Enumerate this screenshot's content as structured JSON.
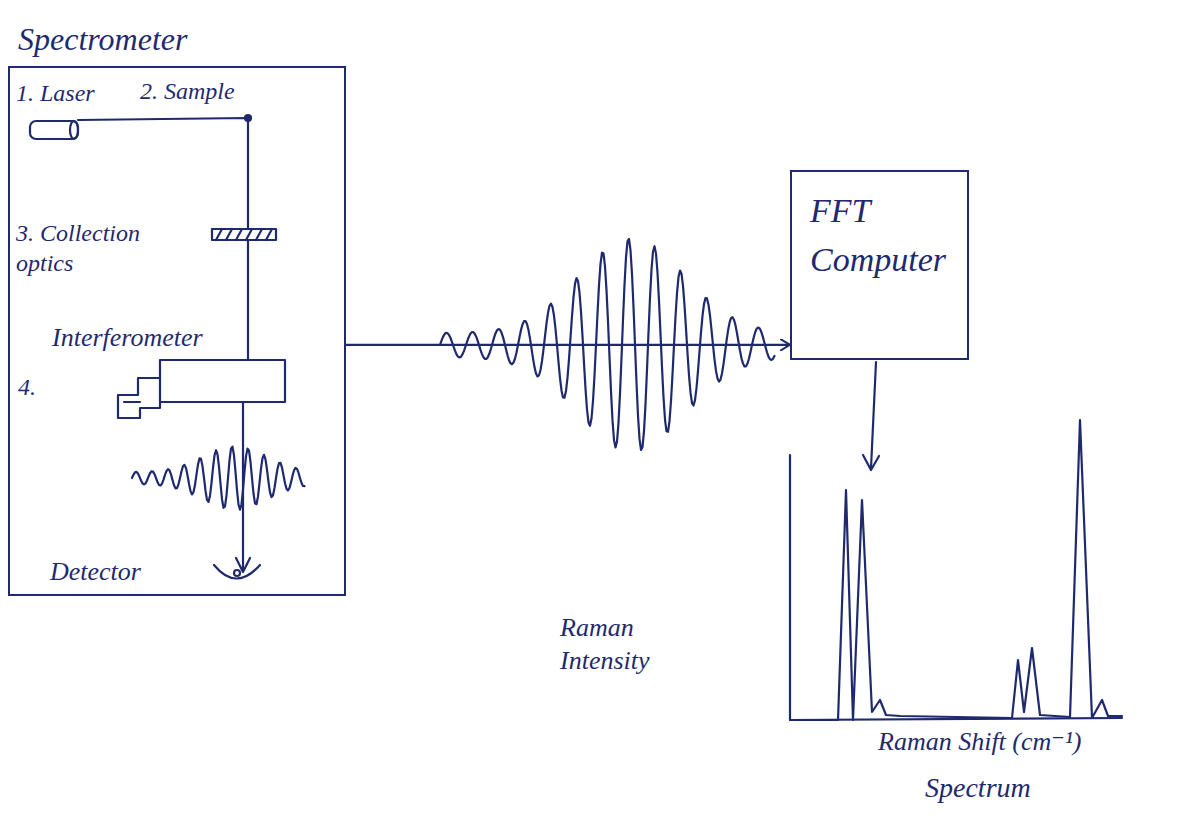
{
  "diagram": {
    "nodes": [
      {
        "text": [
          "Spectrometer"
        ]
      },
      {
        "text": [
          "FFT Computer"
        ]
      }
    ],
    "edges": [
      {
        "from": 0,
        "to": 1,
        "arrow": "to"
      }
    ],
    "labels": [
      "1. Laser",
      "2. Sample",
      "3. Collection optics",
      "Interferometer",
      "4.",
      "Detector",
      "Raman Intensity",
      "Raman Shift (cm⁻¹)",
      "Spectrum"
    ]
  }
}
